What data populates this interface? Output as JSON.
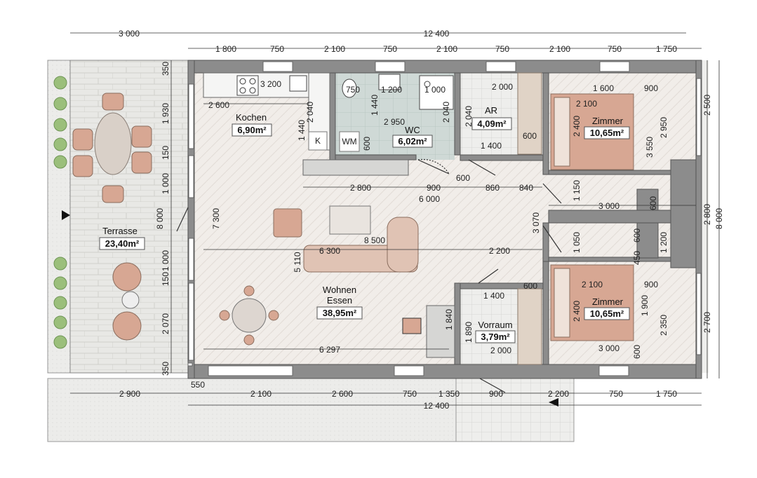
{
  "rooms": {
    "terrasse": {
      "name": "Terrasse",
      "area": "23,40m²"
    },
    "kochen": {
      "name": "Kochen",
      "area": "6,90m²"
    },
    "wc": {
      "name": "WC",
      "area": "6,02m²"
    },
    "ar": {
      "name": "AR",
      "area": "4,09m²"
    },
    "zimmer1": {
      "name": "Zimmer",
      "area": "10,65m²"
    },
    "zimmer2": {
      "name": "Zimmer",
      "area": "10,65m²"
    },
    "wohnen": {
      "name": "Wohnen",
      "name2": "Essen",
      "area": "38,95m²"
    },
    "vorraum": {
      "name": "Vorraum",
      "area": "3,79m²"
    }
  },
  "appliance": {
    "wm": "WM",
    "k": "K"
  },
  "dims": {
    "top_outer": [
      "3 000",
      "12 400"
    ],
    "top_inner": [
      "1 800",
      "750",
      "2 100",
      "750",
      "2 100",
      "750",
      "2 100",
      "750",
      "1 750"
    ],
    "bottom_inner": [
      "2 900",
      "550",
      "2 100",
      "2 600",
      "750",
      "1 350",
      "900",
      "2 200",
      "750",
      "1 750"
    ],
    "bottom_outer": [
      "12 400"
    ],
    "right_inner": [
      "2 500",
      "2 800",
      "2 700"
    ],
    "right_outer": [
      "8 000"
    ],
    "left_terrace": [
      "350",
      "1 930",
      "150",
      "1 000",
      "8 000",
      "1 000",
      "150",
      "2 070",
      "350"
    ],
    "interior": {
      "k3200": "3 200",
      "k2600": "2 600",
      "k2040": "2 040",
      "k1440": "1 440",
      "w750": "750",
      "w1200": "1 200",
      "w1000": "1 000",
      "w1440": "1 440",
      "w2950": "2 950",
      "w2040": "2 040",
      "w600": "600",
      "a2000": "2 000",
      "a2040": "2 040",
      "a600": "600",
      "a1400": "1 400",
      "z1600": "1 600",
      "z900": "900",
      "z2100": "2 100",
      "z2400": "2 400",
      "z3550": "3 550",
      "z2950": "2 950",
      "c600": "600",
      "c2800": "2 800",
      "c900": "900",
      "c860": "860",
      "c840": "840",
      "c6000": "6 000",
      "c1150": "1 150",
      "c3000": "3 000",
      "c600b": "600",
      "c7300": "7 300",
      "c8500": "8 500",
      "c3070": "3 070",
      "c6300": "6 300",
      "c2200": "2 200",
      "c5110": "5 110",
      "c1050": "1 050",
      "c600c": "600",
      "c1200": "1 200",
      "c450": "450",
      "v1400": "1 400",
      "v600": "600",
      "v1840": "1 840",
      "v1890": "1 890",
      "v2000": "2 000",
      "c6297": "6 297",
      "z2100b": "2 100",
      "z900b": "900",
      "z2400b": "2 400",
      "z1900": "1 900",
      "z2350": "2 350",
      "z3000b": "3 000",
      "z600d": "600"
    }
  },
  "colors": {
    "wall": "#8c8c8c",
    "floor": "#efebe7",
    "terrace": "#e6e6e3",
    "tile": "#cfd8d5",
    "furniture": "#d7a793",
    "plant": "#9bbf7b"
  }
}
